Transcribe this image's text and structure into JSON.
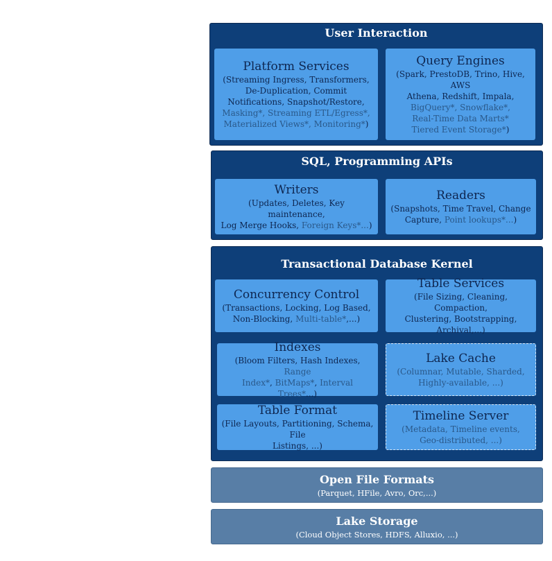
{
  "user_interaction": {
    "title": "User Interaction",
    "platform_services": {
      "title": "Platform Services",
      "desc_l1": "(Streaming Ingress, Transformers,",
      "desc_l2": "De-Duplication, Commit",
      "desc_l3": "Notifications, Snapshot/Restore,",
      "desc_l4_muted": "Masking*, Streaming ETL/Egress*,",
      "desc_l5_muted": "Materialized Views*,   Monitoring*",
      "desc_l5_tail": ")"
    },
    "query_engines": {
      "title": "Query Engines",
      "desc_l1": "(Spark, PrestoDB, Trino, Hive, AWS",
      "desc_l2": "Athena, Redshift, Impala,",
      "desc_l3_muted": "BigQuery*, Snowflake*,",
      "desc_l4_muted": "Real-Time Data Marts*",
      "desc_l5_muted": "Tiered Event Storage*",
      "desc_l5_tail": ")"
    }
  },
  "sql_apis": {
    "title": "SQL, Programming APIs",
    "writers": {
      "title": "Writers",
      "desc_l1": "(Updates, Deletes, Key maintenance,",
      "desc_l2": "Log Merge Hooks, ",
      "desc_l2_muted": "Foreign Keys*...",
      "desc_l2_tail": ")"
    },
    "readers": {
      "title": "Readers",
      "desc_l1": "(Snapshots, Time Travel, Change",
      "desc_l2": "Capture, ",
      "desc_l2_muted": "Point lookups*...",
      "desc_l2_tail": ")"
    }
  },
  "kernel": {
    "title": "Transactional Database Kernel",
    "concurrency": {
      "title": "Concurrency Control",
      "desc_l1": "(Transactions, Locking, Log Based,",
      "desc_l2": "Non-Blocking, ",
      "desc_l2_muted": "Multi-table*",
      "desc_l2_tail": ",...)"
    },
    "table_services": {
      "title": "Table Services",
      "desc_l1": "(File Sizing, Cleaning, Compaction,",
      "desc_l2": "Clustering, Bootstrapping,",
      "desc_l3": "Archival,...)"
    },
    "indexes": {
      "title": "Indexes",
      "desc_l1": "(Bloom Filters, Hash Indexes, ",
      "desc_l1_muted": "Range",
      "desc_l2_muted_a": "Index*",
      "desc_l2_sep1": ", ",
      "desc_l2_muted_b": "BitMaps*",
      "desc_l2_sep2": ", ",
      "desc_l2_muted_c": "Interval Trees*",
      "desc_l2_tail": "...)"
    },
    "lake_cache": {
      "title": "Lake Cache",
      "desc_l1": "(Columnar, Mutable, Sharded,",
      "desc_l2": "Highly-available, ...)"
    },
    "table_format": {
      "title": "Table Format",
      "desc_l1": "(File Layouts, Partitioning, Schema, File",
      "desc_l2": "Listings, ...)"
    },
    "timeline_server": {
      "title": "Timeline Server",
      "desc_l1": "(Metadata, Timeline events,",
      "desc_l2": "Geo-distributed, ...)"
    }
  },
  "open_file_formats": {
    "title": "Open File Formats",
    "sub": "(Parquet, HFile, Avro, Orc,...)"
  },
  "lake_storage": {
    "title": "Lake Storage",
    "sub": "(Cloud Object Stores, HDFS, Alluxio, ...)"
  }
}
